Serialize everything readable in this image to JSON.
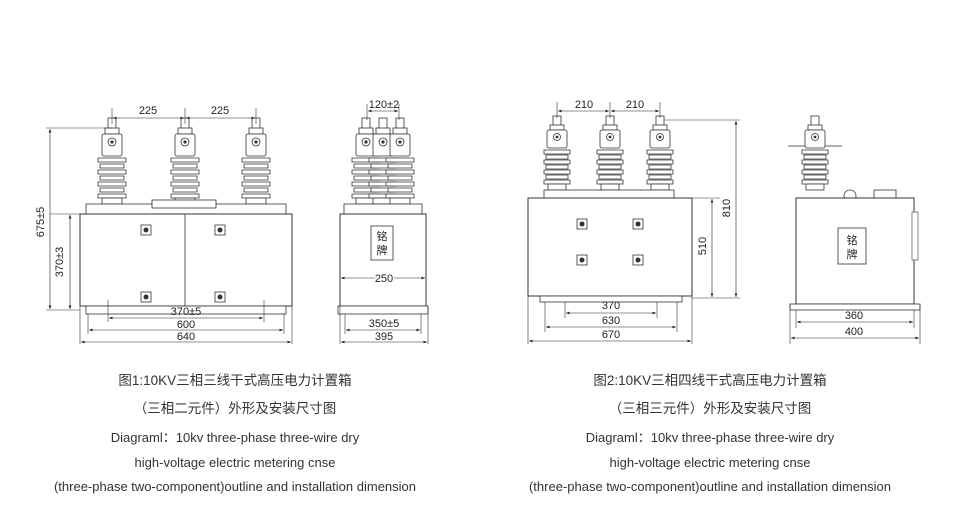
{
  "figure1": {
    "dims": {
      "top_225_a": "225",
      "top_225_b": "225",
      "height_675": "675±5",
      "height_370": "370±3",
      "bottom_370": "370±5",
      "bottom_600": "600",
      "bottom_640": "640"
    },
    "side": {
      "top_120": "120±2",
      "mid_250": "250",
      "bottom_350": "350±5",
      "bottom_395": "395",
      "nameplate": [
        "铭",
        "牌"
      ]
    },
    "caption": {
      "line1": "图1:10KV三相三线干式高压电力计置箱",
      "line2": "（三相二元件）外形及安装尺寸图",
      "line3": "Diagraml：10kv three-phase three-wire dry",
      "line4": "high-voltage electric metering cnse",
      "line5": "(three-phase two-component)outline and installation dimension"
    }
  },
  "figure2": {
    "dims": {
      "top_210_a": "210",
      "top_210_b": "210",
      "height_810": "810",
      "height_510": "510",
      "bottom_370": "370",
      "bottom_630": "630",
      "bottom_670": "670"
    },
    "side": {
      "bottom_360": "360",
      "bottom_400": "400",
      "nameplate": [
        "铭",
        "牌"
      ]
    },
    "caption": {
      "line1": "图2:10KV三相四线干式高压电力计置箱",
      "line2": "（三相三元件）外形及安装尺寸图",
      "line3": "Diagraml：10kv three-phase three-wire dry",
      "line4": "high-voltage electric metering cnse",
      "line5": "(three-phase two-component)outline and installation dimension"
    }
  }
}
